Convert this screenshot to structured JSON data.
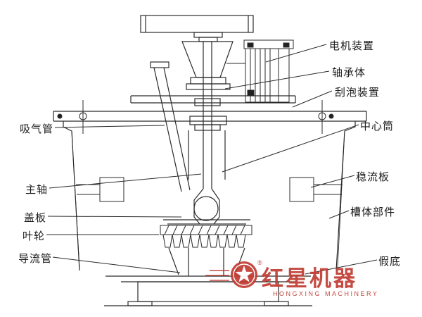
{
  "labels": {
    "right": [
      {
        "id": "motor-device",
        "text": "电机装置"
      },
      {
        "id": "bearing-body",
        "text": "轴承体"
      },
      {
        "id": "scraper-device",
        "text": "刮泡装置"
      },
      {
        "id": "center-tube",
        "text": "中心筒"
      },
      {
        "id": "stabilizer-plate",
        "text": "稳流板"
      },
      {
        "id": "tank-body",
        "text": "槽体部件"
      },
      {
        "id": "false-bottom",
        "text": "假底"
      }
    ],
    "left": [
      {
        "id": "suction-pipe",
        "text": "吸气管"
      },
      {
        "id": "main-shaft",
        "text": "主轴"
      },
      {
        "id": "cover-plate",
        "text": "盖板"
      },
      {
        "id": "impeller",
        "text": "叶轮"
      },
      {
        "id": "guide-pipe",
        "text": "导流管"
      }
    ]
  },
  "watermark": {
    "brand": "红星机器",
    "brand_en": "HONGXING MACHINERY",
    "reg": "®",
    "color": "#c13b32"
  }
}
